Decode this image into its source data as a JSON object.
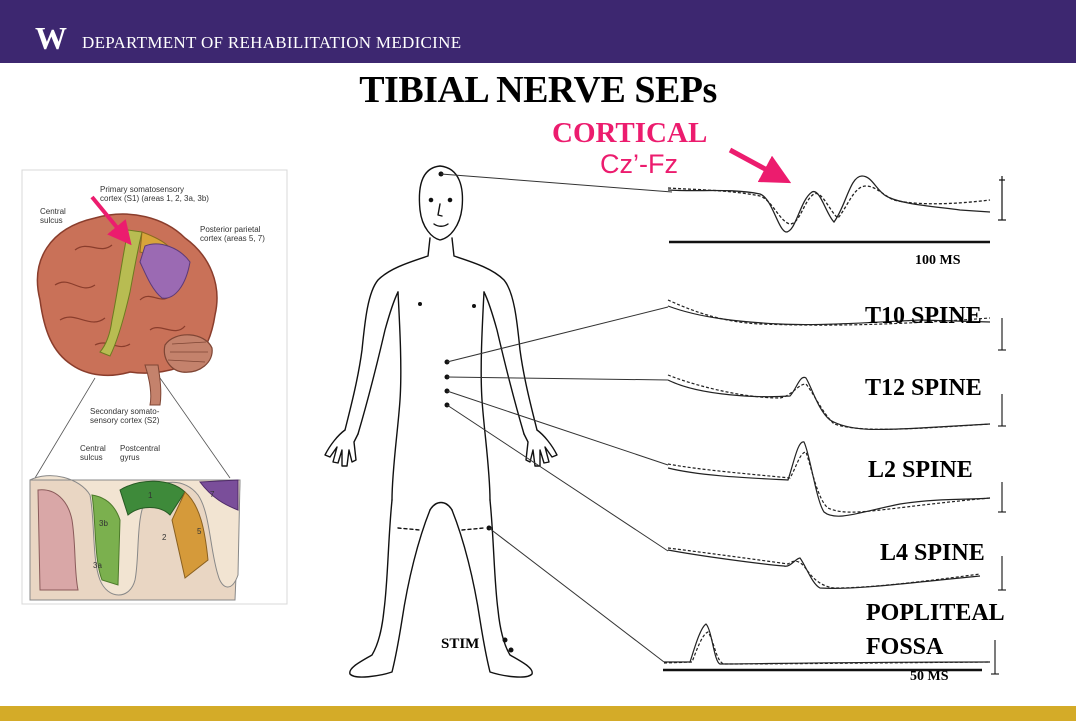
{
  "header": {
    "logo_letter": "W",
    "department": "DEPARTMENT OF REHABILITATION MEDICINE"
  },
  "title": "TIBIAL NERVE SEPs",
  "cortical": {
    "label": "CORTICAL",
    "montage": "Cz’-Fz"
  },
  "scale_bars": {
    "top": "100 MS",
    "bottom": "50 MS"
  },
  "tracings": [
    {
      "label": "T10 SPINE"
    },
    {
      "label": "T12 SPINE"
    },
    {
      "label": "L2 SPINE"
    },
    {
      "label": "L4 SPINE"
    },
    {
      "label": "POPLITEAL",
      "label2": "FOSSA"
    }
  ],
  "stim_label": "STIM",
  "brain_figure": {
    "labels": [
      "Primary somatosensory",
      "cortex (S1) (areas 1, 2, 3a, 3b)",
      "Central",
      "sulcus",
      "Posterior parietal",
      "cortex (areas 5, 7)",
      "Secondary somato-",
      "sensory cortex (S2)",
      "Central",
      "sulcus",
      "Postcentral",
      "gyrus"
    ],
    "area_labels": [
      "1",
      "2",
      "3a",
      "3b",
      "5",
      "7"
    ]
  },
  "colors": {
    "header": "#3d2770",
    "footer": "#d4ab28",
    "accent": "#ec1c6e"
  }
}
